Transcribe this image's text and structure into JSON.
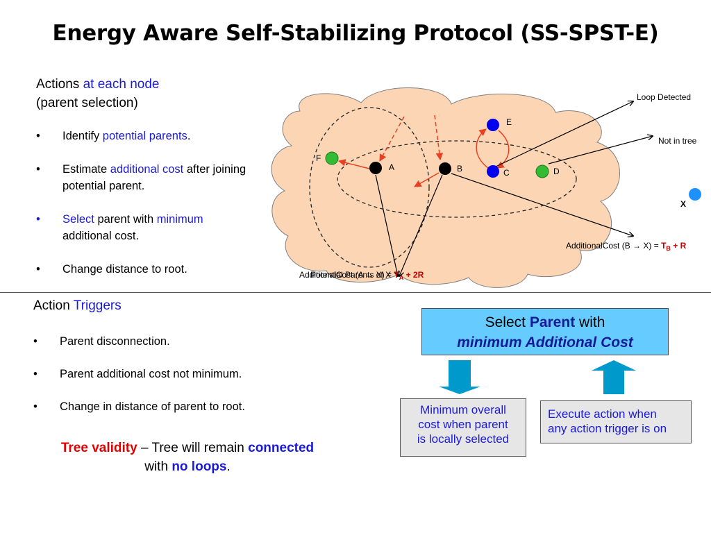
{
  "slide": {
    "title": "Energy Aware Self-Stabilizing Protocol (SS-SPST-E)"
  },
  "actions": {
    "heading_prefix": "Actions ",
    "heading_highlight": "at each node",
    "heading_line2": "(parent selection)",
    "bullet_symbol": "•",
    "bullets": [
      {
        "t1": "Identify ",
        "h1": "potential parents",
        "t2": "."
      },
      {
        "t1": "Estimate ",
        "h1": "additional cost",
        "t2": " after joining potential parent."
      },
      {
        "h1": "Select",
        "t1": " parent with ",
        "h2": "minimum",
        "t2": " additional cost."
      },
      {
        "t1": "Change distance to root."
      }
    ]
  },
  "triggers": {
    "heading_prefix": "Action ",
    "heading_highlight": "Triggers",
    "bullets": [
      "Parent disconnection.",
      "Parent additional cost not minimum.",
      "Change in distance of parent to root."
    ]
  },
  "validity": {
    "label": "Tree validity",
    "text1": " – Tree will remain ",
    "connected": "connected",
    "text2": "with ",
    "no_loops": "no loops",
    "text3": "."
  },
  "diagram": {
    "nodes": [
      {
        "id": "A",
        "label": "A",
        "color": "#000000"
      },
      {
        "id": "B",
        "label": "B",
        "color": "#000000"
      },
      {
        "id": "C",
        "label": "C",
        "color": "#0000ee"
      },
      {
        "id": "D",
        "label": "D",
        "color": "#33bb33"
      },
      {
        "id": "E",
        "label": "E",
        "color": "#0000ee"
      },
      {
        "id": "F",
        "label": "F",
        "color": "#33bb33"
      },
      {
        "id": "X",
        "label": "X",
        "color": "#1e90ff"
      }
    ],
    "loop_detected": "Loop Detected",
    "not_in_tree": "Not in tree",
    "cost_b_prefix": "AdditionalCost (B → X) = ",
    "cost_b_t": "T",
    "cost_b_sub": "B",
    "cost_b_suffix": " + R",
    "cost_a_prefix": "AdditionalCost (A → X) = ",
    "potential_parents_overlay": "Potential Parents of X",
    "cost_a_t": "T",
    "cost_a_sub": "A",
    "cost_a_suffix": " + 2R",
    "cloud_color": "#fcd5b4"
  },
  "select_box": {
    "line1_prefix": "Select ",
    "line1_bold": "Parent",
    "line1_suffix": " with",
    "line2": "minimum Additional Cost",
    "color": "#66ccff"
  },
  "min_box": {
    "text": [
      "Minimum overall",
      "cost when parent",
      "is locally selected"
    ]
  },
  "exec_box": {
    "text": [
      "Execute action when",
      "any action trigger is on"
    ]
  },
  "colors": {
    "highlight_blue": "#1a1ad6",
    "red": "#e00000",
    "arrow_blue": "#0099cc"
  }
}
